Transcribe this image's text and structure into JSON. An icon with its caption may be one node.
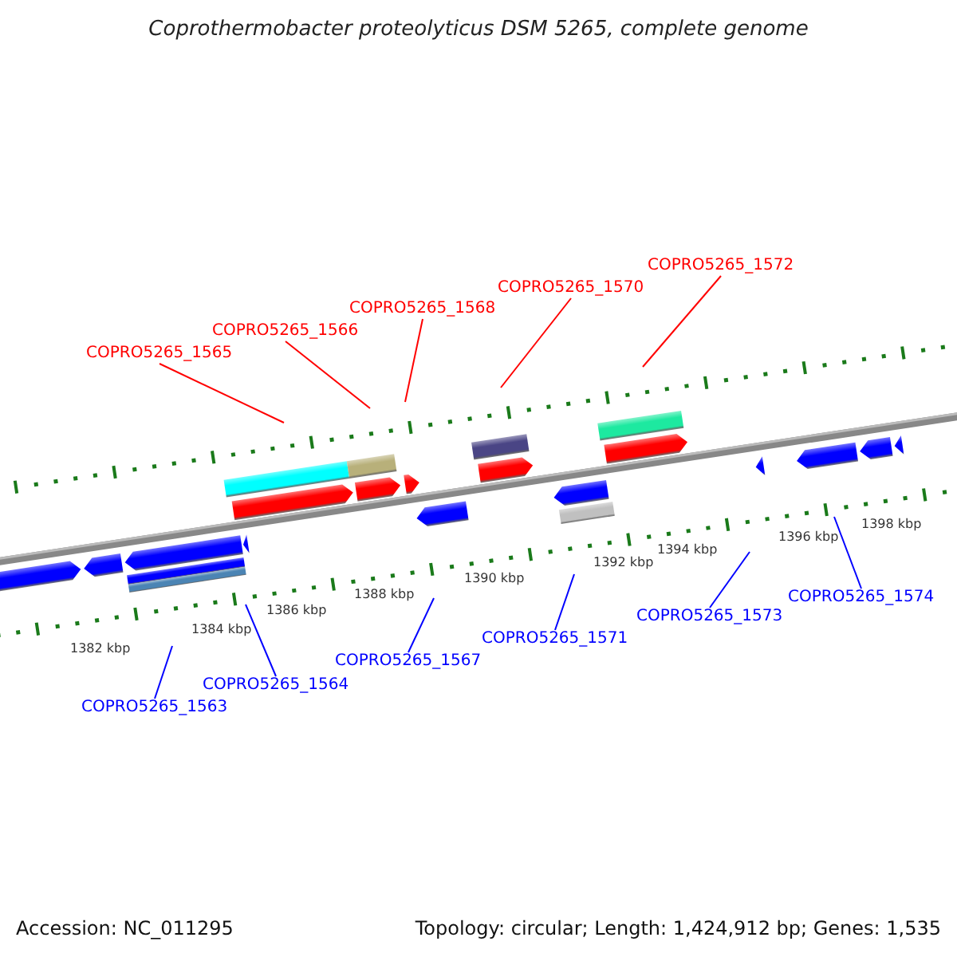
{
  "diagram": {
    "title": "Coprothermobacter proteolyticus DSM 5265, complete genome",
    "nodes": [
      {
        "text": [
          "COPRO5265_1565"
        ]
      },
      {
        "text": [
          "COPRO5265_1566"
        ]
      },
      {
        "text": [
          "COPRO5265_1568"
        ]
      },
      {
        "text": [
          "COPRO5265_1570"
        ]
      },
      {
        "text": [
          "COPRO5265_1572"
        ]
      },
      {
        "text": [
          "COPRO5265_1563"
        ]
      },
      {
        "text": [
          "COPRO5265_1564"
        ]
      },
      {
        "text": [
          "COPRO5265_1567"
        ]
      },
      {
        "text": [
          "COPRO5265_1571"
        ]
      },
      {
        "text": [
          "COPRO5265_1573"
        ]
      },
      {
        "text": [
          "COPRO5265_1574"
        ]
      }
    ],
    "edges": [
      {
        "from": 0,
        "to": null,
        "arrow": "none",
        "color": "#ff0000"
      },
      {
        "from": 1,
        "to": null,
        "arrow": "none",
        "color": "#ff0000"
      },
      {
        "from": 2,
        "to": null,
        "arrow": "none",
        "color": "#ff0000"
      },
      {
        "from": 3,
        "to": null,
        "arrow": "none",
        "color": "#ff0000"
      },
      {
        "from": 4,
        "to": null,
        "arrow": "none",
        "color": "#ff0000"
      },
      {
        "from": 5,
        "to": null,
        "arrow": "none"
      },
      {
        "from": 6,
        "to": null,
        "arrow": "none"
      },
      {
        "from": 7,
        "to": null,
        "arrow": "none"
      },
      {
        "from": 8,
        "to": null,
        "arrow": "none"
      },
      {
        "from": 9,
        "to": null,
        "arrow": "none"
      },
      {
        "from": 10,
        "to": null,
        "arrow": "none"
      }
    ],
    "labels": [
      "1382 kbp",
      "1384 kbp",
      "1386 kbp",
      "1388 kbp",
      "1390 kbp",
      "1392 kbp",
      "1394 kbp",
      "1396 kbp",
      "1398 kbp",
      "Accession: NC_011295",
      "Topology: circular; Length: 1,424,912 bp; Genes: 1,535"
    ]
  }
}
